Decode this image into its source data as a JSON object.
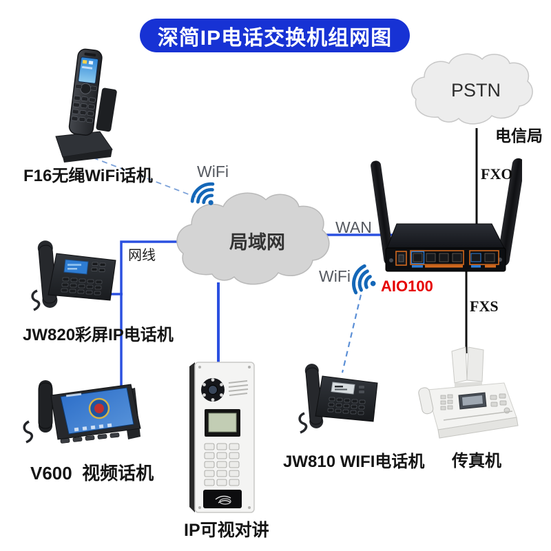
{
  "title": "深简IP电话交换机组网图",
  "clouds": {
    "pstn": "PSTN",
    "lan": "局域网"
  },
  "labels": {
    "telecom": "电信局",
    "fxo": "FXO",
    "fxs": "FXS",
    "wan": "WAN",
    "ethernet": "网线",
    "wifi_lan": "WiFi",
    "wifi_router": "WiFi",
    "router_model": "AIO100"
  },
  "devices": {
    "f16": {
      "caption": "F16无绳WiFi话机"
    },
    "jw820": {
      "caption": "JW820彩屏IP电话机"
    },
    "v600": {
      "caption": "V600  视频话机"
    },
    "intercom": {
      "caption": "IP可视对讲"
    },
    "jw810": {
      "caption": "JW810 WIFI电话机"
    },
    "fax": {
      "caption": "传真机"
    }
  },
  "colors": {
    "banner_blue": "#1732d4",
    "line_blue": "#2b50e0",
    "dashed_blue": "#7aa0d8",
    "wifi_blue": "#1467b8",
    "model_red": "#e60000",
    "phone_line_black": "#111111"
  }
}
